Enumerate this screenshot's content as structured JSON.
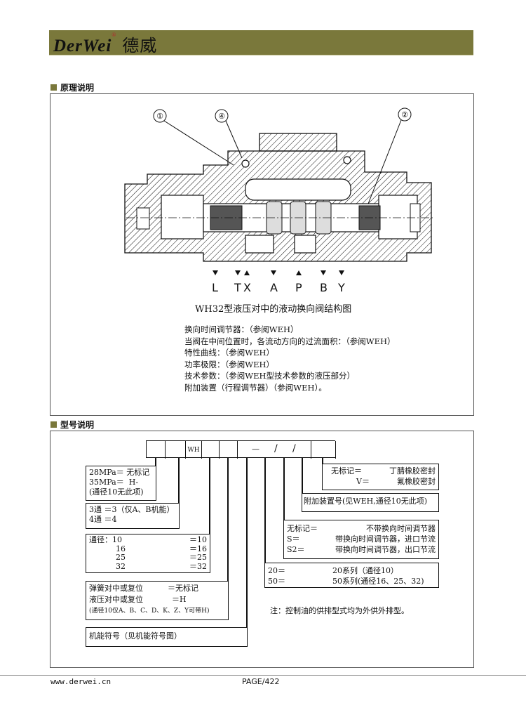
{
  "header": {
    "logo_latin": "DerWei",
    "logo_cn": "德威",
    "logo_reg": "®"
  },
  "section1": {
    "title": "原理说明"
  },
  "diagram": {
    "callouts": [
      "①",
      "④",
      "②"
    ],
    "ports": [
      "L",
      "T",
      "X",
      "A",
      "P",
      "B",
      "Y"
    ],
    "caption": "WH32型液压对中的液动换向阀结构图"
  },
  "notes": [
    "换向时间调节器：（参阅WEH）",
    "当阀在中间位置时，各流动方向的过流面积：（参阅WEH）",
    "特性曲线：（参阅WEH）",
    "功率极限：（参阅WEH）",
    "技术参数：（参阅WEH型技术参数的液压部分）",
    "附加装置（行程调节器）（参阅WEH）。"
  ],
  "section2": {
    "title": "型号说明"
  },
  "model_code": {
    "wh": "WH",
    "dash": "—",
    "slash1": "/",
    "slash2": "/",
    "pressure": {
      "l1a": "28MPa＝",
      "l1b": "无标记",
      "l2a": "35MPa＝",
      "l2b": "H-",
      "l3": "(通径10无此项)"
    },
    "ways": {
      "l1": "3通 ＝3（仅A、B机能）",
      "l2": "4通 ＝4"
    },
    "size": {
      "label": "通径：",
      "rows": [
        [
          "10",
          "＝10"
        ],
        [
          "16",
          "＝16"
        ],
        [
          "25",
          "＝25"
        ],
        [
          "32",
          "＝32"
        ]
      ]
    },
    "centering": {
      "l1a": "弹簧对中或复位",
      "l1b": "＝无标记",
      "l2a": "液压对中或复位",
      "l2b": "＝H",
      "l3": "(通径10仅A、B、C、D、K、Z、Y可带H)"
    },
    "function": "机能符号（见机能符号图）",
    "seal": {
      "l1a": "无标记＝",
      "l1b": "丁腈橡胶密封",
      "l2a": "V＝",
      "l2b": "氟橡胶密封"
    },
    "accessory": "附加装置号(见WEH,通径10无此项)",
    "timer": {
      "l1a": "无标记＝",
      "l1b": "不带换向时间调节器",
      "l2a": "S＝",
      "l2b": "带换向时间调节器，进口节流",
      "l3a": "S2＝",
      "l3b": "带换向时间调节器，出口节流"
    },
    "series": {
      "l1a": "20＝",
      "l1b": "20系列（通径10）",
      "l2a": "50＝",
      "l2b": "50系列(通径16、25、32)"
    },
    "note": "注：控制油的供排型式均为外供外排型。"
  },
  "footer": {
    "url": "www.derwei.cn",
    "page": "PAGE/422"
  },
  "colors": {
    "brand": "#7a783b"
  }
}
